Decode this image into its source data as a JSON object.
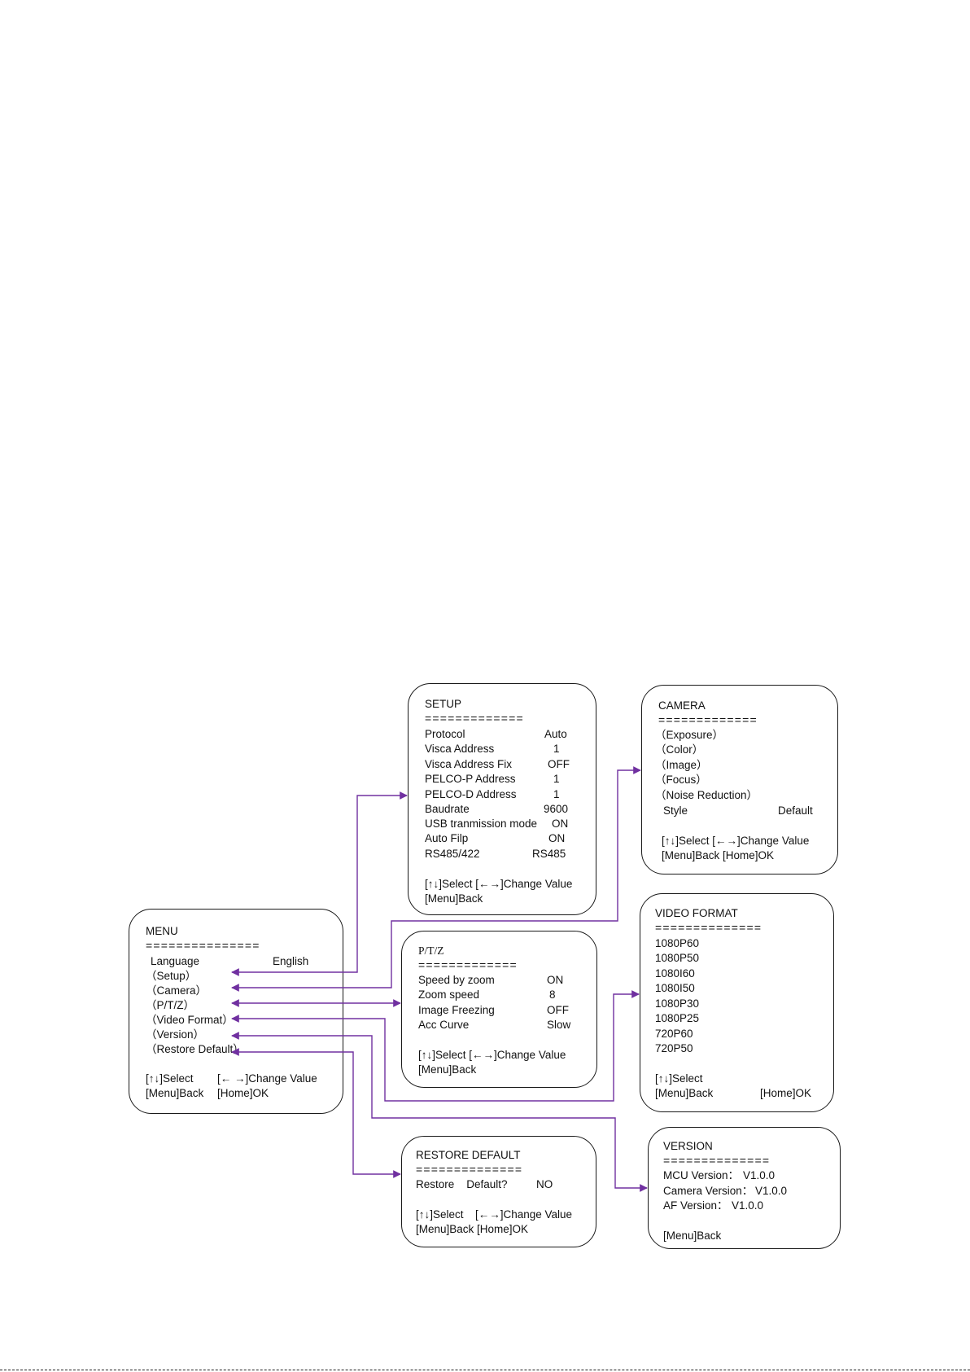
{
  "colors": {
    "link": "#7030a0",
    "border": "#1a1a1a"
  },
  "menu": {
    "title": "MENU",
    "separator": "===============",
    "language_label": "Language",
    "language_value": "English",
    "items": [
      "（Setup）",
      "（Camera）",
      "（P/T/Z）",
      "（Video Format）",
      "（Version）",
      "（Restore Default）"
    ],
    "footer_1_left": "[↑↓]Select",
    "footer_1_right": "[← →]Change Value",
    "footer_2_left": "[Menu]Back",
    "footer_2_right": "[Home]OK"
  },
  "setup": {
    "title": "SETUP",
    "separator": "=============",
    "rows": [
      {
        "label": "Protocol",
        "value": "Auto"
      },
      {
        "label": "Visca Address",
        "value": "1"
      },
      {
        "label": "Visca Address Fix",
        "value": "OFF"
      },
      {
        "label": "PELCO-P Address",
        "value": "1"
      },
      {
        "label": "PELCO-D Address",
        "value": "1"
      },
      {
        "label": "Baudrate",
        "value": "9600"
      },
      {
        "label": "USB tranmission mode",
        "value": "ON"
      },
      {
        "label": "Auto Filp",
        "value": "ON"
      },
      {
        "label": "RS485/422",
        "value": "RS485"
      }
    ],
    "footer_1": "[↑↓]Select [←→]Change Value",
    "footer_2": "[Menu]Back"
  },
  "camera": {
    "title": "CAMERA",
    "separator": "=============",
    "items": [
      "（Exposure）",
      "（Color）",
      "（Image）",
      "（Focus）",
      "（Noise Reduction）"
    ],
    "style_label": "Style",
    "style_value": "Default",
    "footer_1": "[↑↓]Select [←→]Change Value",
    "footer_2": "[Menu]Back [Home]OK"
  },
  "ptz": {
    "title": "P/T/Z",
    "separator": "=============",
    "rows": [
      {
        "label": "Speed by zoom",
        "value": "ON"
      },
      {
        "label": "Zoom speed",
        "value": "8"
      },
      {
        "label": "Image Freezing",
        "value": "OFF"
      },
      {
        "label": "Acc Curve",
        "value": "Slow"
      }
    ],
    "footer_1": "[↑↓]Select [←→]Change Value",
    "footer_2": "[Menu]Back"
  },
  "video_format": {
    "title": "VIDEO FORMAT",
    "separator": "==============",
    "items": [
      "1080P60",
      "1080P50",
      "1080I60",
      "1080I50",
      "1080P30",
      "1080P25",
      "720P60",
      "720P50"
    ],
    "footer_1": "[↑↓]Select",
    "footer_2_left": "[Menu]Back",
    "footer_2_right": "[Home]OK"
  },
  "version": {
    "title": "VERSION",
    "separator": "==============",
    "rows": [
      {
        "label": "MCU Version：",
        "value": "V1.0.0"
      },
      {
        "label": "Camera Version：",
        "value": "V1.0.0"
      },
      {
        "label": "AF Version：",
        "value": "V1.0.0"
      }
    ],
    "footer": "[Menu]Back"
  },
  "restore": {
    "title": "RESTORE DEFAULT",
    "separator": "==============",
    "question_label": "Restore    Default?",
    "question_value": "NO",
    "footer_1_left": "[↑↓]Select",
    "footer_1_right": "[←→]Change Value",
    "footer_2": "[Menu]Back [Home]OK"
  }
}
